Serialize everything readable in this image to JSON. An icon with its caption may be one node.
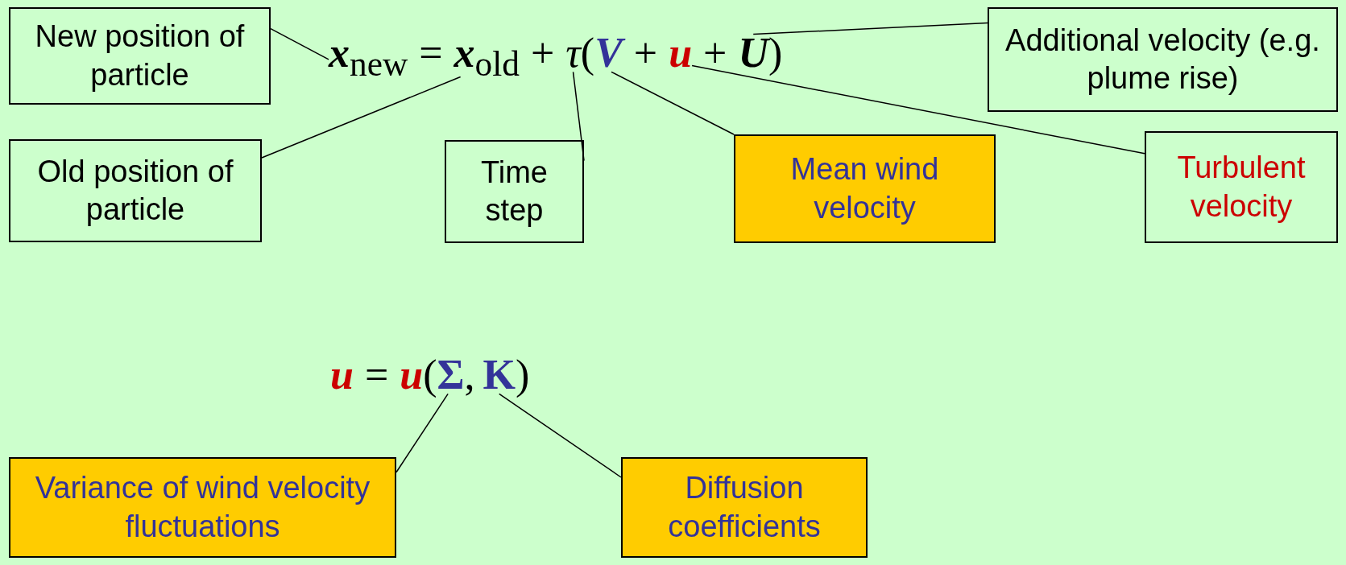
{
  "diagram": {
    "nodes": [
      {
        "text": [
          "New position of particle"
        ]
      },
      {
        "text": [
          "**x**$_{new}$"
        ]
      },
      {
        "text": [
          "**x**$_{old}$"
        ]
      },
      {
        "text": [
          "τ"
        ]
      },
      {
        "text": [
          "V"
        ]
      },
      {
        "text": [
          "u"
        ]
      },
      {
        "text": [
          "U"
        ]
      },
      {
        "text": [
          "Additional velocity (e.g. plume rise)"
        ]
      },
      {
        "text": [
          "Old position of particle"
        ]
      },
      {
        "text": [
          "Time step"
        ]
      },
      {
        "text": [
          "Mean wind velocity"
        ]
      },
      {
        "text": [
          "Turbulent velocity"
        ]
      },
      {
        "text": [
          "Σ"
        ]
      },
      {
        "text": [
          "K"
        ]
      },
      {
        "text": [
          "Variance of wind velocity fluctuations"
        ]
      },
      {
        "text": [
          "Diffusion coefficients"
        ]
      }
    ],
    "edges": [
      {
        "from": 0,
        "to": 1,
        "arrow": "none"
      },
      {
        "from": 7,
        "to": 6,
        "arrow": "none"
      },
      {
        "from": 8,
        "to": 2,
        "arrow": "none"
      },
      {
        "from": 9,
        "to": 3,
        "arrow": "none"
      },
      {
        "from": 10,
        "to": 4,
        "arrow": "none"
      },
      {
        "from": 11,
        "to": 5,
        "arrow": "none"
      },
      {
        "from": 14,
        "to": 12,
        "arrow": "none"
      },
      {
        "from": 15,
        "to": 13,
        "arrow": "none"
      }
    ],
    "labels": [
      "=",
      "+",
      "(",
      "+",
      "+",
      ")",
      "u",
      "=",
      "u",
      "(",
      ",",
      ")"
    ]
  }
}
